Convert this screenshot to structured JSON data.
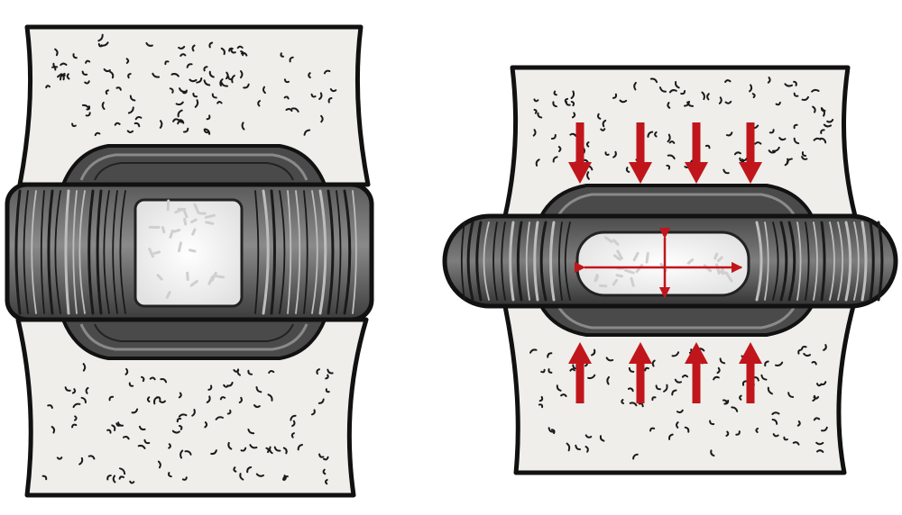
{
  "figure": {
    "panels": [
      {
        "id": "normal",
        "state": "uncompressed intervertebral disc"
      },
      {
        "id": "compressed",
        "state": "compressed intervertebral disc"
      }
    ],
    "compression_arrows": {
      "top_count": 4,
      "bottom_count": 4,
      "direction_top": "down",
      "direction_bottom": "up"
    },
    "pressure_indicator": {
      "horizontal": "double-headed",
      "vertical": "double-headed"
    },
    "colors": {
      "bone": "#efeeeb",
      "bone_speckle": "#1a1a1a",
      "outline": "#111111",
      "annulus_dark": "#3a3a3a",
      "annulus_mid": "#6a6a6a",
      "nucleus": "#f3f3f3",
      "arrow": "#c0161b"
    }
  }
}
